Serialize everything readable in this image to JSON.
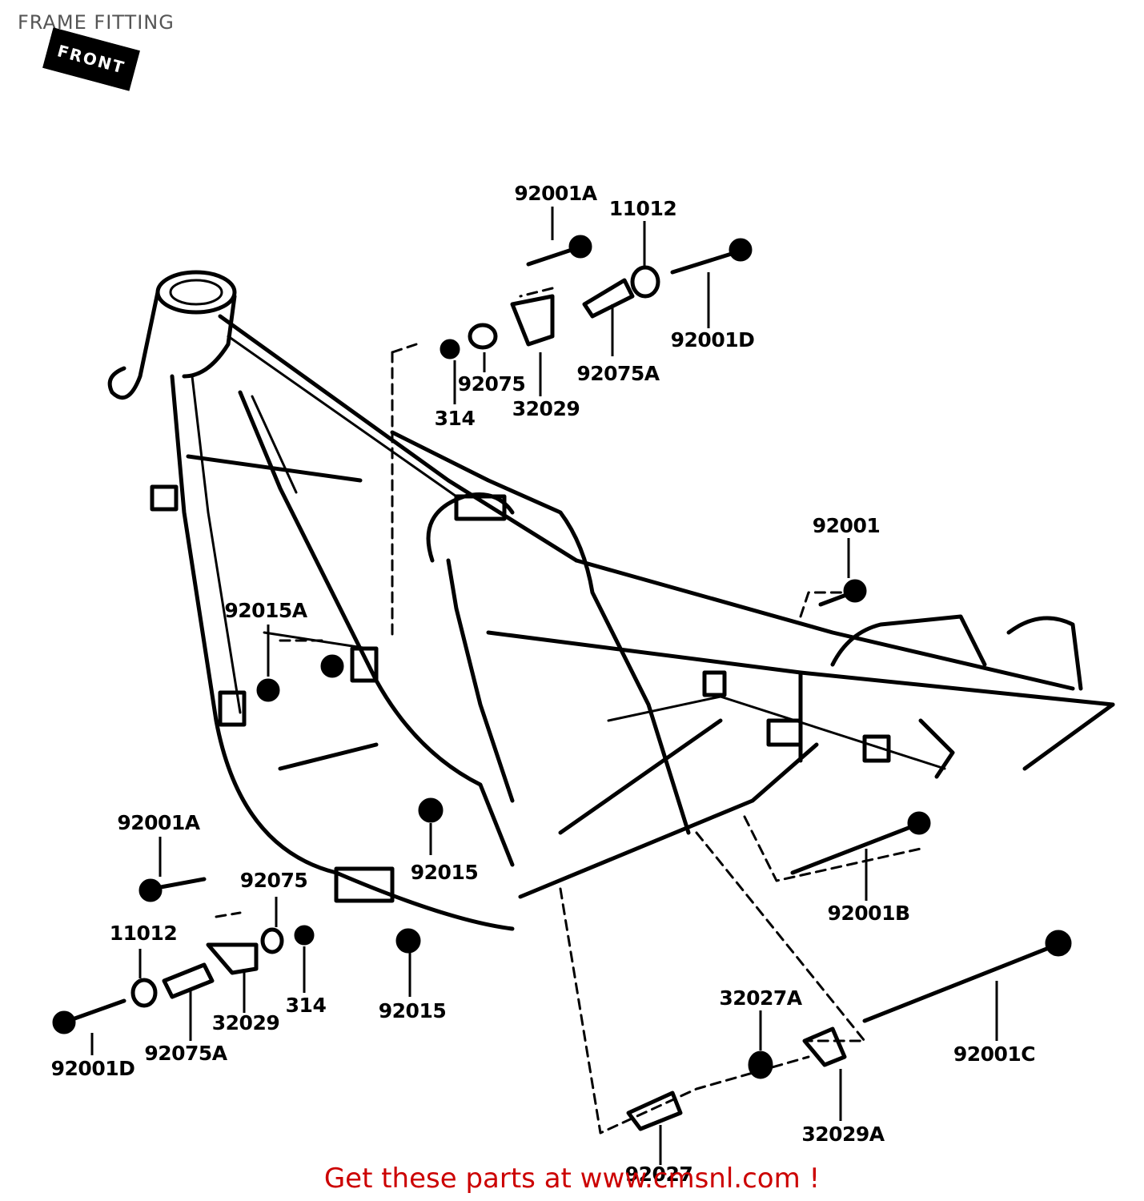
{
  "page": {
    "title": "FRAME FITTING",
    "front_mark": "FRONT",
    "cta_text": "Get these parts at www.cmsnl.com !"
  },
  "diagram": {
    "parts": [
      {
        "id": "p-92001a-top",
        "number": "92001A"
      },
      {
        "id": "p-11012-top",
        "number": "11012"
      },
      {
        "id": "p-92001d-top",
        "number": "92001D"
      },
      {
        "id": "p-92075a-top",
        "number": "92075A"
      },
      {
        "id": "p-92075-top",
        "number": "92075"
      },
      {
        "id": "p-32029-top",
        "number": "32029"
      },
      {
        "id": "p-314-top",
        "number": "314"
      },
      {
        "id": "p-92001",
        "number": "92001"
      },
      {
        "id": "p-92015a",
        "number": "92015A"
      },
      {
        "id": "p-92015-mid",
        "number": "92015"
      },
      {
        "id": "p-92015-low",
        "number": "92015"
      },
      {
        "id": "p-92001a-left",
        "number": "92001A"
      },
      {
        "id": "p-92075-left",
        "number": "92075"
      },
      {
        "id": "p-11012-left",
        "number": "11012"
      },
      {
        "id": "p-314-left",
        "number": "314"
      },
      {
        "id": "p-32029-left",
        "number": "32029"
      },
      {
        "id": "p-92075a-left",
        "number": "92075A"
      },
      {
        "id": "p-92001d-left",
        "number": "92001D"
      },
      {
        "id": "p-92001b",
        "number": "92001B"
      },
      {
        "id": "p-32027a",
        "number": "32027A"
      },
      {
        "id": "p-92001c",
        "number": "92001C"
      },
      {
        "id": "p-32029a",
        "number": "32029A"
      },
      {
        "id": "p-92027",
        "number": "92027"
      }
    ]
  }
}
